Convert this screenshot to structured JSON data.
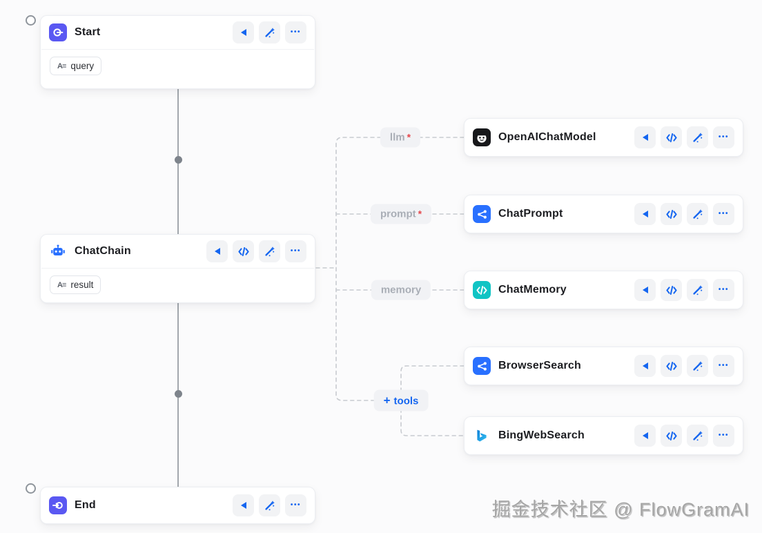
{
  "canvas": {
    "background": "#fbfbfc"
  },
  "colors": {
    "accent_blue": "#1566f0",
    "node_robot_blue": "#2970ff",
    "start_end_indigo": "#5a58f2",
    "memory_teal": "#10c4c4",
    "openai_black": "#17181b",
    "required_red": "#e5484d",
    "edge_label_gray": "#a9aeb6",
    "dashed_line_gray": "#c8cbd0",
    "solid_line_gray": "#a2a7ad"
  },
  "icons": {
    "string_type": "A≡",
    "more": "•••",
    "plus": "+"
  },
  "nodes": {
    "start": {
      "title": "Start",
      "tag": "query"
    },
    "chatchain": {
      "title": "ChatChain",
      "tag": "result"
    },
    "end": {
      "title": "End"
    },
    "openai": {
      "title": "OpenAIChatModel"
    },
    "chatprompt": {
      "title": "ChatPrompt"
    },
    "chatmemory": {
      "title": "ChatMemory"
    },
    "browsersearch": {
      "title": "BrowserSearch"
    },
    "bingwebsearch": {
      "title": "BingWebSearch"
    }
  },
  "edge_labels": {
    "llm": {
      "text": "llm",
      "required": "*"
    },
    "prompt": {
      "text": "prompt",
      "required": "*"
    },
    "memory": {
      "text": "memory"
    },
    "tools": {
      "text": "tools",
      "prefix": "+"
    }
  },
  "watermark": {
    "text": "掘金技术社区 @ FlowGramAI"
  }
}
